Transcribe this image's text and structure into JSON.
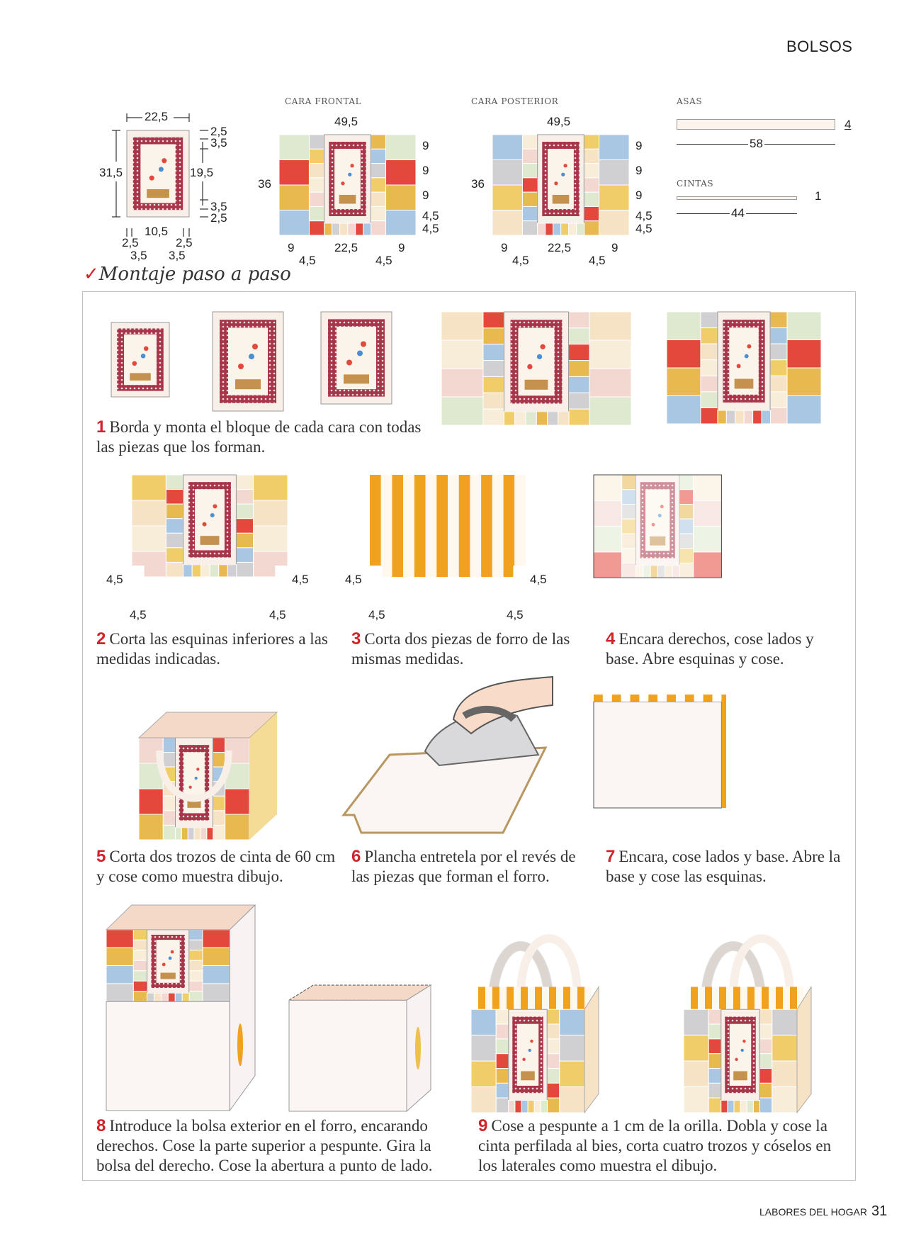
{
  "section": "BOLSOS",
  "diagrams": {
    "block": {
      "width": "22,5",
      "height": "31,5",
      "inner_height": "19,5",
      "top": [
        "2,5",
        "3,5"
      ],
      "bottom": [
        "3,5",
        "2,5"
      ],
      "center": "10,5",
      "sides_top": [
        "2,5",
        "2,5"
      ],
      "sides_bottom": [
        "3,5",
        "3,5"
      ]
    },
    "front": {
      "label": "CARA FRONTAL",
      "width": "49,5",
      "height": "36",
      "rows": [
        "9",
        "9",
        "9",
        "4,5",
        "4,5"
      ],
      "cols": [
        "9",
        "22,5",
        "9"
      ],
      "sub": [
        "4,5",
        "4,5"
      ]
    },
    "back": {
      "label": "CARA POSTERIOR",
      "width": "49,5",
      "height": "36",
      "rows": [
        "9",
        "9",
        "9",
        "4,5",
        "4,5"
      ],
      "cols": [
        "9",
        "22,5",
        "9"
      ],
      "sub": [
        "4,5",
        "4,5"
      ]
    },
    "handles": {
      "label": "ASAS",
      "length": "58",
      "width": "4"
    },
    "ribbons": {
      "label": "CINTAS",
      "length": "44",
      "width": "1"
    }
  },
  "heading": "Montaje paso a paso",
  "steps": [
    {
      "n": "1",
      "text": "Borda y monta el bloque de cada cara con todas las piezas que los forman."
    },
    {
      "n": "2",
      "text": "Corta las esquinas inferiores a las medidas indicadas."
    },
    {
      "n": "3",
      "text": "Corta dos piezas de forro de las mismas medidas."
    },
    {
      "n": "4",
      "text": "Encara derechos, cose lados y base. Abre esquinas y cose."
    },
    {
      "n": "5",
      "text": "Corta dos trozos de cinta de 60 cm y cose como muestra dibujo."
    },
    {
      "n": "6",
      "text": "Plancha entretela por el revés de las piezas que forman el forro."
    },
    {
      "n": "7",
      "text": "Encara, cose lados y base. Abre la base y cose las esquinas."
    },
    {
      "n": "8",
      "text": "Introduce la bolsa exterior en el forro, encarando derechos. Cose la parte superior a pespunte. Gira la bolsa del derecho. Cose la abertura a punto de lado."
    },
    {
      "n": "9",
      "text": "Cose a pespunte a 1 cm de la orilla. Dobla y cose la cinta perfilada al bies, corta cuatro trozos y cóselos en los laterales como muestra el dibujo."
    }
  ],
  "corner_dim": "4,5",
  "footer": {
    "magazine": "LABORES DEL HOGAR",
    "page": "31"
  },
  "colors": {
    "accent": "#d2232a",
    "maroon": "#a8364b",
    "orange": "#f0a21e"
  }
}
